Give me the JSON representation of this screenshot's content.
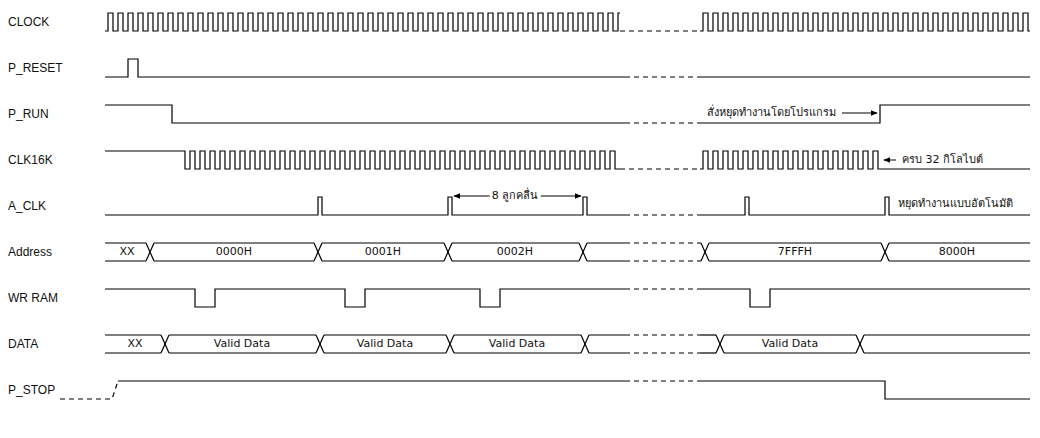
{
  "diagram": {
    "labels": [
      "CLOCK",
      "P_RESET",
      "P_RUN",
      "CLK16K",
      "A_CLK",
      "Address",
      "WR RAM",
      "DATA",
      "P_STOP",
      "สั่งหยุดทำงานโดยโปรแกรม",
      "ครบ 32 กิโลไบต์",
      "8 ลูกคลื่น",
      "หยุดทำงานแบบอัตโนมัติ",
      "XX",
      "0000H",
      "0001H",
      "0002H",
      "7FFFH",
      "8000H",
      "XX",
      "Valid Data",
      "Valid Data",
      "Valid Data",
      "Valid Data"
    ]
  }
}
